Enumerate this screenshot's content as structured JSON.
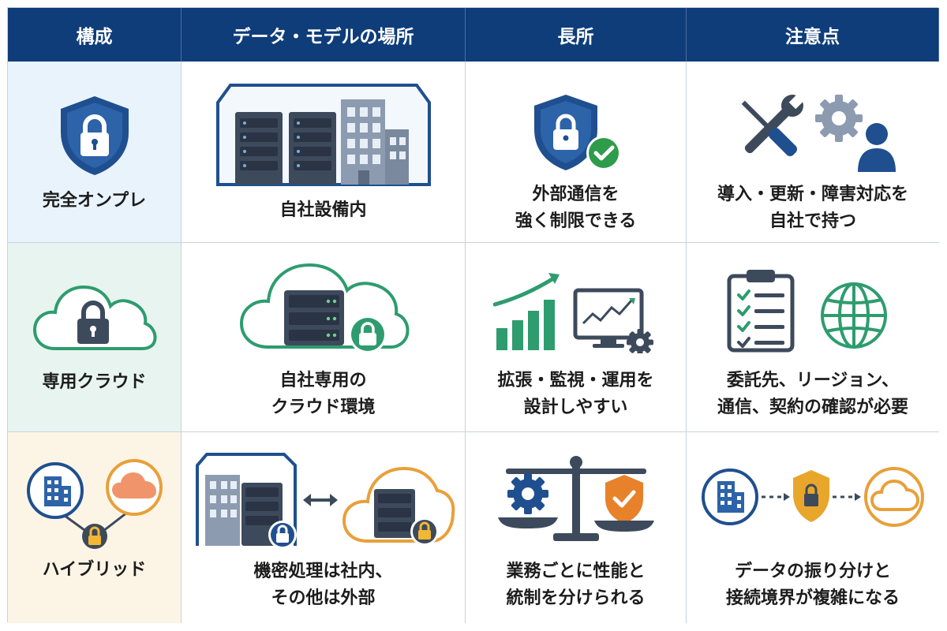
{
  "header": {
    "col1": "構成",
    "col2": "データ・モデルの場所",
    "col3": "長所",
    "col4": "注意点"
  },
  "rows": [
    {
      "config": "完全オンプレ",
      "location": [
        "自社設備内"
      ],
      "pros": [
        "外部通信を",
        "強く制限できる"
      ],
      "cons": [
        "導入・更新・障害対応を",
        "自社で持つ"
      ]
    },
    {
      "config": "専用クラウド",
      "location": [
        "自社専用の",
        "クラウド環境"
      ],
      "pros": [
        "拡張・監視・運用を",
        "設計しやすい"
      ],
      "cons": [
        "委託先、リージョン、",
        "通信、契約の確認が必要"
      ]
    },
    {
      "config": "ハイブリッド",
      "location": [
        "機密処理は社内、",
        "その他は外部"
      ],
      "pros": [
        "業務ごとに性能と",
        "統制を分けられる"
      ],
      "cons": [
        "データの振り分けと",
        "接続境界が複雑になる"
      ]
    }
  ],
  "colors": {
    "header_bg": "#0f3d7a",
    "navy": "#1f4f8f",
    "green": "#2e9c6e",
    "orange": "#e8a03a",
    "row1_bg": "#e9f3fc",
    "row2_bg": "#e8f4f0",
    "row3_bg": "#fcf5e6"
  }
}
